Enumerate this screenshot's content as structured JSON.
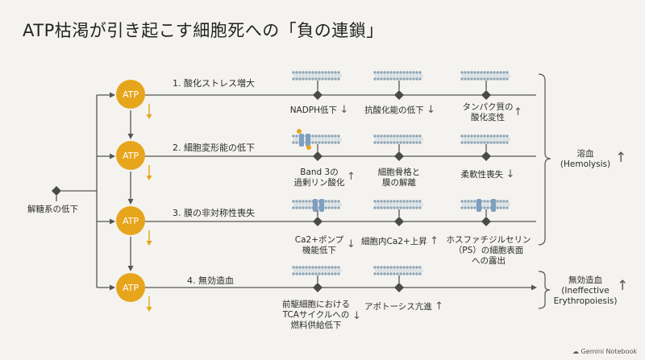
{
  "title": "ATP枯渇が引き起こす細胞死への「負の連鎖」",
  "root_label": "解糖系の低下",
  "atp_label": "ATP",
  "rows": [
    {
      "header": "1. 酸化ストレス増大",
      "items": [
        {
          "text": "NADPH低下",
          "arrow": "down"
        },
        {
          "text": "抗酸化能の低下",
          "arrow": "down"
        },
        {
          "line1": "タンパク質の",
          "line2": "酸化変性",
          "arrow": "up"
        }
      ]
    },
    {
      "header": "2. 細胞変形能の低下",
      "items": [
        {
          "line1": "Band 3の",
          "line2": "過剰リン酸化",
          "arrow": "up"
        },
        {
          "line1": "細胞骨格と",
          "line2": "膜の解離"
        },
        {
          "text": "柔軟性喪失",
          "arrow": "down"
        }
      ]
    },
    {
      "header": "3. 膜の非対称性喪失",
      "items": [
        {
          "line1": "Ca2+ポンプ",
          "line2": "機能低下",
          "arrow": "down"
        },
        {
          "text": "細胞内Ca2+上昇",
          "arrow": "up"
        },
        {
          "line1": "ホスファチジルセリン",
          "line2": "（PS）の細胞表面",
          "line3": "への露出"
        }
      ]
    },
    {
      "header": "4. 無効造血",
      "items": [
        {
          "line1": "前駆細胞における",
          "line2": "TCAサイクルへの",
          "line3": "燃料供給低下",
          "arrow": "down"
        },
        {
          "text": "アポトーシス亢進",
          "arrow": "up"
        }
      ]
    }
  ],
  "outcomes": [
    {
      "line1": "溶血",
      "line2": "(Hemolysis)",
      "arrow": "up"
    },
    {
      "line1": "無効造血",
      "line2": "(Ineffective",
      "line3": "Erythropoiesis)",
      "arrow": "up"
    }
  ],
  "arrows": {
    "up": "↑",
    "down": "↓"
  },
  "colors": {
    "atp": "#e7a51c",
    "line": "#555555",
    "node": "#4a4a4a",
    "membrane": "#8fa6b8",
    "protein": "#7d9fc0"
  },
  "footer": "Gemini Notebook"
}
